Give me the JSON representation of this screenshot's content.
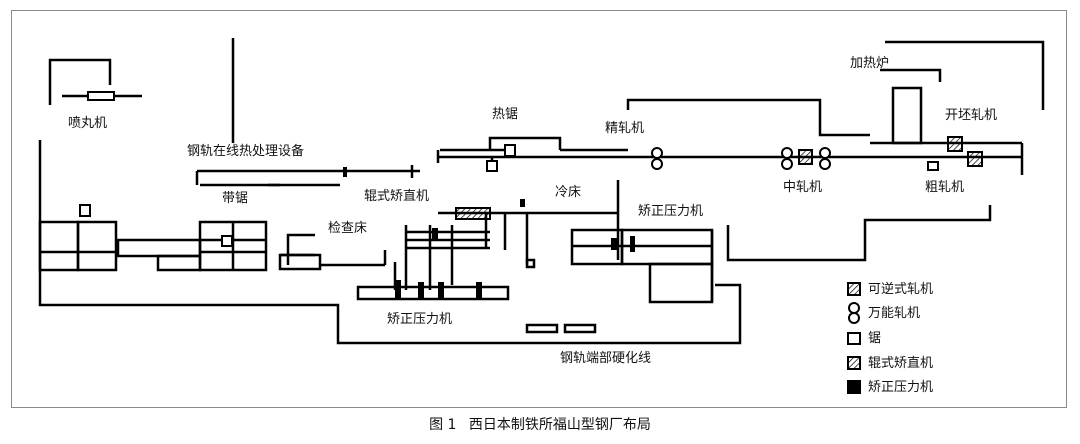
{
  "caption": {
    "figure_no": "图 1",
    "title": "西日本制铁所福山型钢厂布局"
  },
  "labels": {
    "shot_blast": "喷丸机",
    "rail_heat_treat": "钢轨在线热处理设备",
    "band_saw": "带锯",
    "roller_straightener": "辊式矫直机",
    "inspection_bed": "检查床",
    "hot_saw": "热锯",
    "finishing_mill": "精轧机",
    "cooling_bed": "冷床",
    "press_straightener_right": "矫正压力机",
    "press_straightener_bottom": "矫正压力机",
    "rail_end_hardening": "钢轨端部硬化线",
    "intermediate_mill": "中轧机",
    "roughing_mill": "粗轧机",
    "reheating_furnace": "加热炉",
    "breakdown_mill": "开坯轧机"
  },
  "legend": [
    {
      "symbol": "reversing-mill-icon",
      "label": "可逆式轧机"
    },
    {
      "symbol": "universal-mill-icon",
      "label": "万能轧机"
    },
    {
      "symbol": "saw-icon",
      "label": "锯"
    },
    {
      "symbol": "roller-straightener-icon",
      "label": "辊式矫直机"
    },
    {
      "symbol": "press-straightener-icon",
      "label": "矫正压力机"
    }
  ]
}
